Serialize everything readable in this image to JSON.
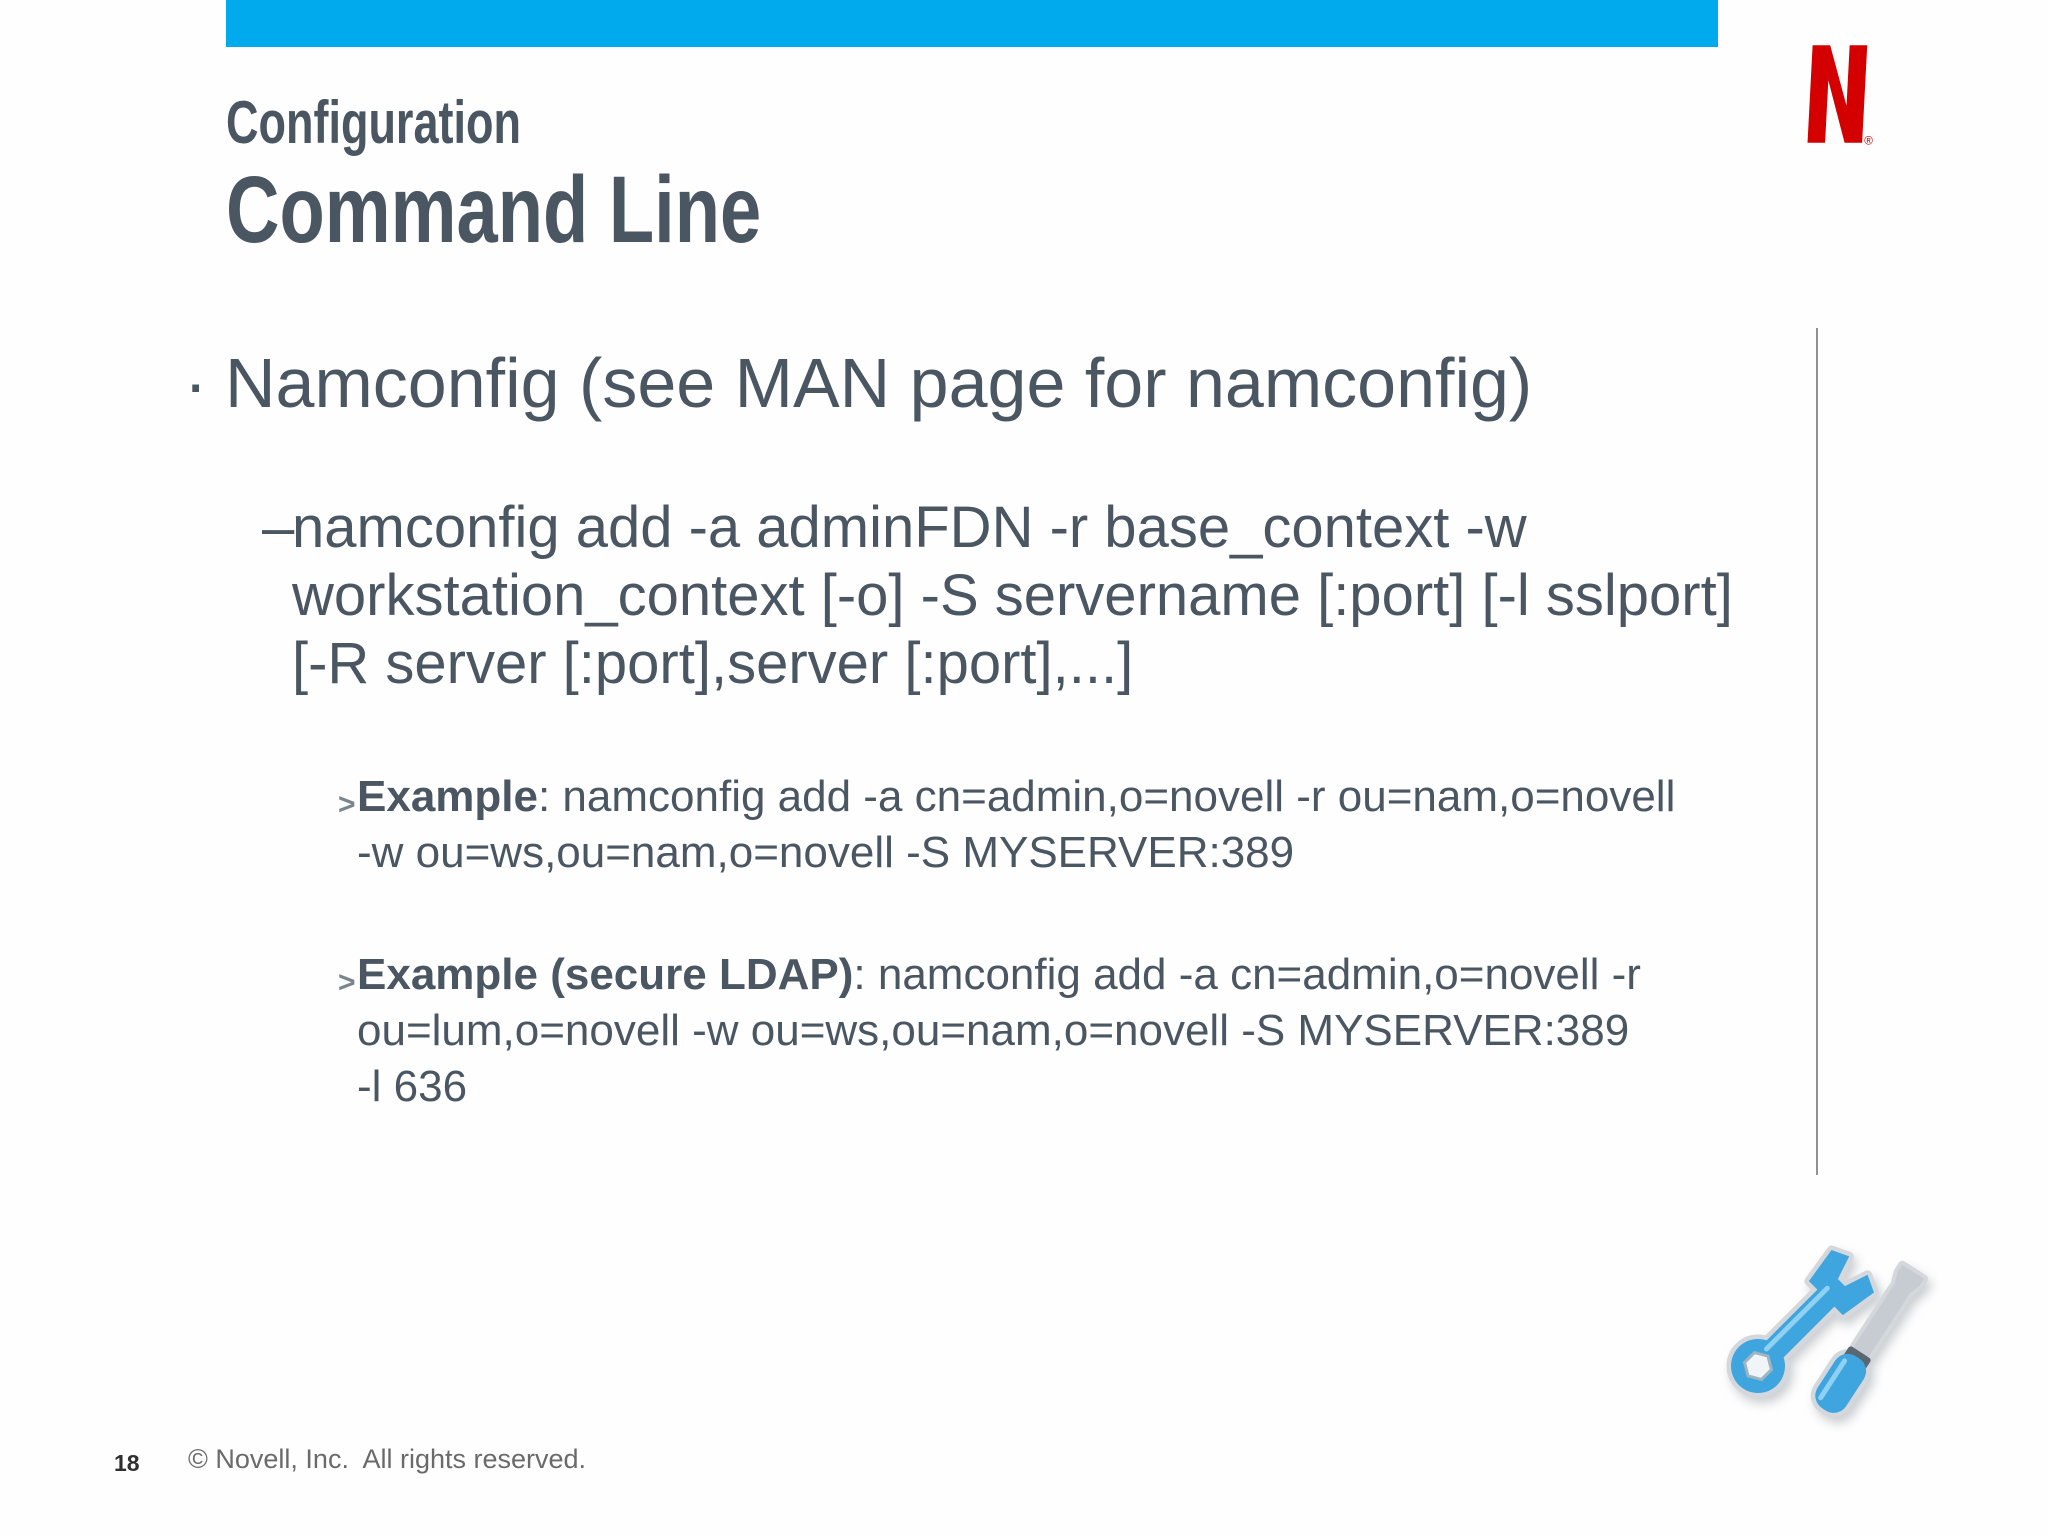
{
  "header": {
    "section_title": "Configuration",
    "slide_title": "Command Line"
  },
  "logo": {
    "brand": "Novell",
    "registered_mark": "®"
  },
  "markers": {
    "level1": "·",
    "level2": "–",
    "level3": ">"
  },
  "content": {
    "bullet_text": "Namconfig (see MAN page for namconfig)",
    "command": {
      "lines": [
        "namconfig add -a adminFDN -r base_context -w",
        "workstation_context [-o] -S servername [:port] [-l sslport]",
        "[-R server [:port],server [:port],...]"
      ]
    },
    "examples": [
      {
        "label": "Example",
        "line1_rest": ": namconfig add -a cn=admin,o=novell -r ou=nam,o=novell",
        "continuation_lines": [
          "-w ou=ws,ou=nam,o=novell -S MYSERVER:389"
        ]
      },
      {
        "label": "Example (secure LDAP)",
        "line1_rest": ": namconfig add -a cn=admin,o=novell -r",
        "continuation_lines": [
          "ou=lum,o=novell -w ou=ws,ou=nam,o=novell -S MYSERVER:389",
          "-l 636"
        ]
      }
    ]
  },
  "footer": {
    "page_number": "18",
    "copyright": "© Novell, Inc.  All rights reserved."
  },
  "icons": {
    "top_right": "novell-n-logo",
    "bottom_right": "wrench-and-screwdriver-icon"
  },
  "colors": {
    "accent_bar": "#00AAEC",
    "logo_red": "#D40000",
    "text": "#4A5662",
    "title_text": "#4A5661",
    "muted_marker": "#7B858D",
    "footer_text": "#6A6A6A",
    "page_number": "#303030",
    "rule": "#8F9296",
    "tool_blue": "#3EA5DF",
    "tool_outline": "#D4D8DC",
    "tool_gray": "#C6CCD1",
    "tool_dark": "#5A6670"
  }
}
